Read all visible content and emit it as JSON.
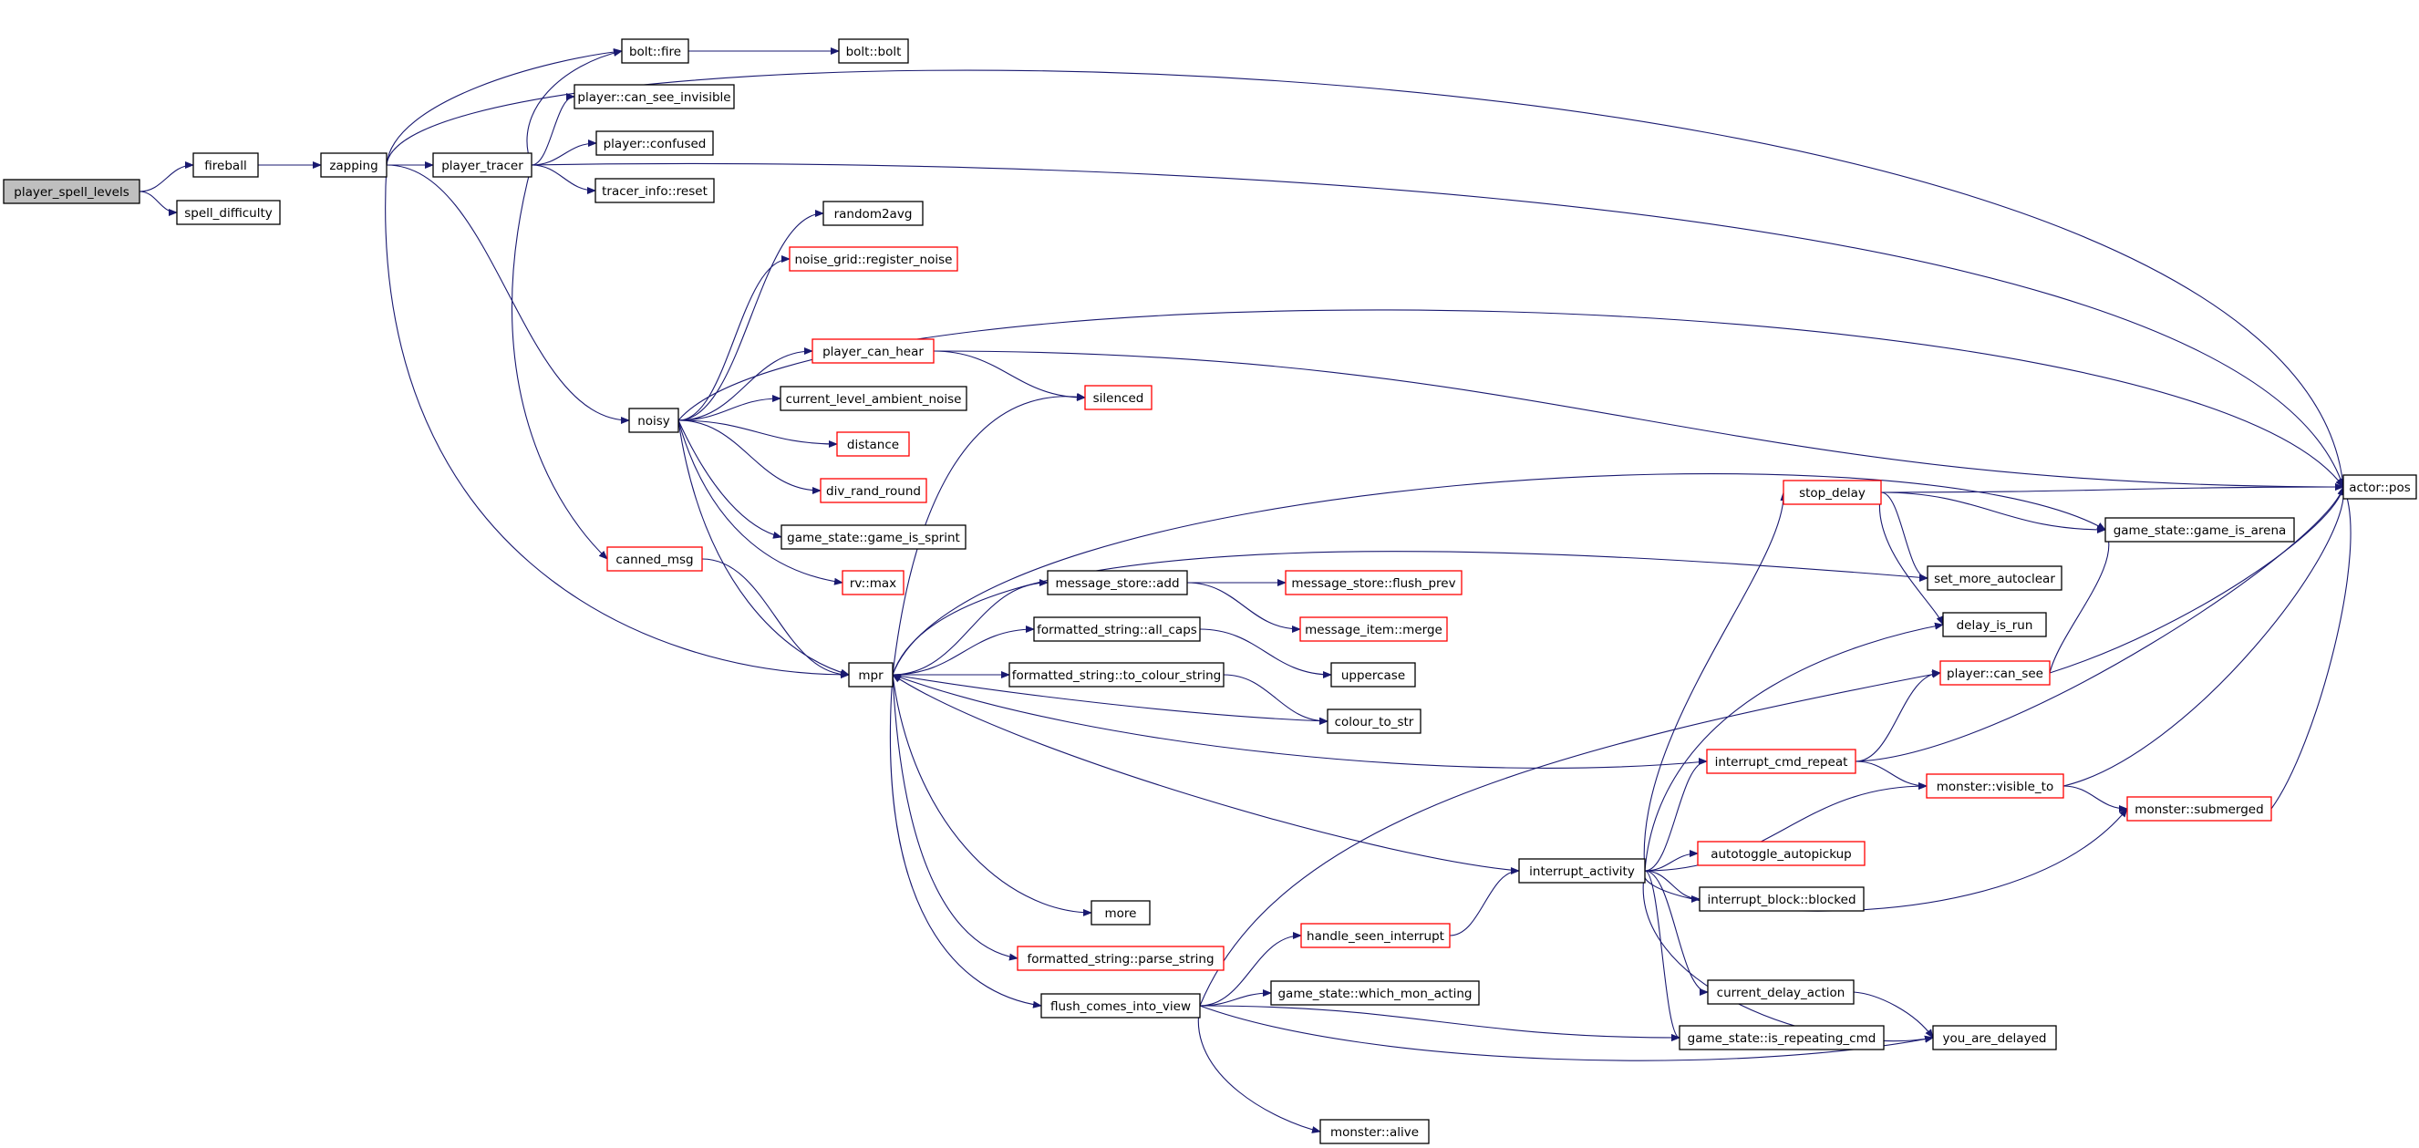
{
  "colors": {
    "edge": "#191970",
    "root_fill": "#bfbfbf",
    "normal_border": "#000000",
    "truncated_border": "#ff0000"
  },
  "nodes": {
    "player_spell_levels": {
      "label": "player_spell_levels",
      "style": "root"
    },
    "fireball": {
      "label": "fireball",
      "style": "normal"
    },
    "spell_difficulty": {
      "label": "spell_difficulty",
      "style": "normal"
    },
    "zapping": {
      "label": "zapping",
      "style": "normal"
    },
    "bolt_fire": {
      "label": "bolt::fire",
      "style": "normal"
    },
    "bolt_bolt": {
      "label": "bolt::bolt",
      "style": "normal"
    },
    "player_tracer": {
      "label": "player_tracer",
      "style": "normal"
    },
    "player_can_see_invisible": {
      "label": "player::can_see_invisible",
      "style": "normal"
    },
    "player_confused": {
      "label": "player::confused",
      "style": "normal"
    },
    "tracer_info_reset": {
      "label": "tracer_info::reset",
      "style": "normal"
    },
    "random2avg": {
      "label": "random2avg",
      "style": "normal"
    },
    "noise_grid_register_noise": {
      "label": "noise_grid::register_noise",
      "style": "truncated"
    },
    "player_can_hear": {
      "label": "player_can_hear",
      "style": "truncated"
    },
    "noisy": {
      "label": "noisy",
      "style": "normal"
    },
    "current_level_ambient_noise": {
      "label": "current_level_ambient_noise",
      "style": "normal"
    },
    "silenced": {
      "label": "silenced",
      "style": "truncated"
    },
    "distance": {
      "label": "distance",
      "style": "truncated"
    },
    "div_rand_round": {
      "label": "div_rand_round",
      "style": "truncated"
    },
    "game_state_game_is_sprint": {
      "label": "game_state::game_is_sprint",
      "style": "normal"
    },
    "rv_max": {
      "label": "rv::max",
      "style": "truncated"
    },
    "canned_msg": {
      "label": "canned_msg",
      "style": "truncated"
    },
    "mpr": {
      "label": "mpr",
      "style": "normal"
    },
    "message_store_add": {
      "label": "message_store::add",
      "style": "normal"
    },
    "message_store_flush_prev": {
      "label": "message_store::flush_prev",
      "style": "truncated"
    },
    "message_item_merge": {
      "label": "message_item::merge",
      "style": "truncated"
    },
    "formatted_string_all_caps": {
      "label": "formatted_string::all_caps",
      "style": "normal"
    },
    "uppercase": {
      "label": "uppercase",
      "style": "normal"
    },
    "formatted_string_to_colour_string": {
      "label": "formatted_string::to_colour_string",
      "style": "normal"
    },
    "colour_to_str": {
      "label": "colour_to_str",
      "style": "normal"
    },
    "more": {
      "label": "more",
      "style": "normal"
    },
    "formatted_string_parse_string": {
      "label": "formatted_string::parse_string",
      "style": "truncated"
    },
    "flush_comes_into_view": {
      "label": "flush_comes_into_view",
      "style": "normal"
    },
    "handle_seen_interrupt": {
      "label": "handle_seen_interrupt",
      "style": "truncated"
    },
    "game_state_which_mon_acting": {
      "label": "game_state::which_mon_acting",
      "style": "normal"
    },
    "monster_alive": {
      "label": "monster::alive",
      "style": "normal"
    },
    "interrupt_activity": {
      "label": "interrupt_activity",
      "style": "normal"
    },
    "stop_delay": {
      "label": "stop_delay",
      "style": "truncated"
    },
    "interrupt_cmd_repeat": {
      "label": "interrupt_cmd_repeat",
      "style": "truncated"
    },
    "autotoggle_autopickup": {
      "label": "autotoggle_autopickup",
      "style": "truncated"
    },
    "interrupt_block_blocked": {
      "label": "interrupt_block::blocked",
      "style": "normal"
    },
    "current_delay_action": {
      "label": "current_delay_action",
      "style": "normal"
    },
    "game_state_is_repeating_cmd": {
      "label": "game_state::is_repeating_cmd",
      "style": "normal"
    },
    "you_are_delayed": {
      "label": "you_are_delayed",
      "style": "normal"
    },
    "set_more_autoclear": {
      "label": "set_more_autoclear",
      "style": "normal"
    },
    "delay_is_run": {
      "label": "delay_is_run",
      "style": "normal"
    },
    "player_can_see": {
      "label": "player::can_see",
      "style": "truncated"
    },
    "monster_visible_to": {
      "label": "monster::visible_to",
      "style": "truncated"
    },
    "monster_submerged": {
      "label": "monster::submerged",
      "style": "truncated"
    },
    "game_state_game_is_arena": {
      "label": "game_state::game_is_arena",
      "style": "normal"
    },
    "actor_pos": {
      "label": "actor::pos",
      "style": "normal"
    }
  },
  "edges": [
    [
      "player_spell_levels",
      "fireball"
    ],
    [
      "player_spell_levels",
      "spell_difficulty"
    ],
    [
      "fireball",
      "zapping"
    ],
    [
      "zapping",
      "bolt_fire"
    ],
    [
      "zapping",
      "actor_pos"
    ],
    [
      "zapping",
      "player_tracer"
    ],
    [
      "zapping",
      "noisy"
    ],
    [
      "zapping",
      "mpr"
    ],
    [
      "bolt_fire",
      "bolt_bolt"
    ],
    [
      "player_tracer",
      "bolt_fire"
    ],
    [
      "player_tracer",
      "player_can_see_invisible"
    ],
    [
      "player_tracer",
      "player_confused"
    ],
    [
      "player_tracer",
      "tracer_info_reset"
    ],
    [
      "player_tracer",
      "actor_pos"
    ],
    [
      "player_tracer",
      "canned_msg"
    ],
    [
      "noisy",
      "random2avg"
    ],
    [
      "noisy",
      "noise_grid_register_noise"
    ],
    [
      "noisy",
      "actor_pos"
    ],
    [
      "noisy",
      "player_can_hear"
    ],
    [
      "noisy",
      "current_level_ambient_noise"
    ],
    [
      "noisy",
      "distance"
    ],
    [
      "noisy",
      "div_rand_round"
    ],
    [
      "noisy",
      "game_state_game_is_sprint"
    ],
    [
      "noisy",
      "rv_max"
    ],
    [
      "noisy",
      "mpr"
    ],
    [
      "player_can_hear",
      "actor_pos"
    ],
    [
      "player_can_hear",
      "silenced"
    ],
    [
      "canned_msg",
      "mpr"
    ],
    [
      "mpr",
      "silenced"
    ],
    [
      "mpr",
      "game_state_game_is_arena"
    ],
    [
      "mpr",
      "set_more_autoclear"
    ],
    [
      "mpr",
      "message_store_add"
    ],
    [
      "mpr",
      "formatted_string_all_caps"
    ],
    [
      "mpr",
      "formatted_string_to_colour_string"
    ],
    [
      "mpr",
      "colour_to_str"
    ],
    [
      "mpr",
      "more"
    ],
    [
      "mpr",
      "formatted_string_parse_string"
    ],
    [
      "mpr",
      "flush_comes_into_view"
    ],
    [
      "message_store_add",
      "message_store_flush_prev"
    ],
    [
      "message_store_add",
      "message_item_merge"
    ],
    [
      "formatted_string_all_caps",
      "uppercase"
    ],
    [
      "formatted_string_to_colour_string",
      "colour_to_str"
    ],
    [
      "flush_comes_into_view",
      "handle_seen_interrupt"
    ],
    [
      "flush_comes_into_view",
      "game_state_which_mon_acting"
    ],
    [
      "flush_comes_into_view",
      "monster_alive"
    ],
    [
      "flush_comes_into_view",
      "player_can_see"
    ],
    [
      "flush_comes_into_view",
      "game_state_is_repeating_cmd"
    ],
    [
      "flush_comes_into_view",
      "you_are_delayed"
    ],
    [
      "handle_seen_interrupt",
      "interrupt_activity"
    ],
    [
      "interrupt_activity",
      "mpr"
    ],
    [
      "interrupt_activity",
      "stop_delay"
    ],
    [
      "interrupt_activity",
      "delay_is_run"
    ],
    [
      "interrupt_activity",
      "interrupt_cmd_repeat"
    ],
    [
      "interrupt_activity",
      "monster_visible_to"
    ],
    [
      "interrupt_activity",
      "autotoggle_autopickup"
    ],
    [
      "interrupt_activity",
      "interrupt_block_blocked"
    ],
    [
      "interrupt_activity",
      "current_delay_action"
    ],
    [
      "interrupt_activity",
      "game_state_is_repeating_cmd"
    ],
    [
      "interrupt_activity",
      "you_are_delayed"
    ],
    [
      "interrupt_activity",
      "monster_submerged"
    ],
    [
      "stop_delay",
      "actor_pos"
    ],
    [
      "stop_delay",
      "game_state_game_is_arena"
    ],
    [
      "stop_delay",
      "set_more_autoclear"
    ],
    [
      "stop_delay",
      "delay_is_run"
    ],
    [
      "interrupt_cmd_repeat",
      "mpr"
    ],
    [
      "interrupt_cmd_repeat",
      "actor_pos"
    ],
    [
      "interrupt_cmd_repeat",
      "player_can_see"
    ],
    [
      "interrupt_cmd_repeat",
      "monster_visible_to"
    ],
    [
      "current_delay_action",
      "you_are_delayed"
    ],
    [
      "player_can_see",
      "actor_pos"
    ],
    [
      "player_can_see",
      "game_state_game_is_arena"
    ],
    [
      "monster_visible_to",
      "actor_pos"
    ],
    [
      "monster_visible_to",
      "monster_submerged"
    ],
    [
      "monster_submerged",
      "actor_pos"
    ]
  ]
}
